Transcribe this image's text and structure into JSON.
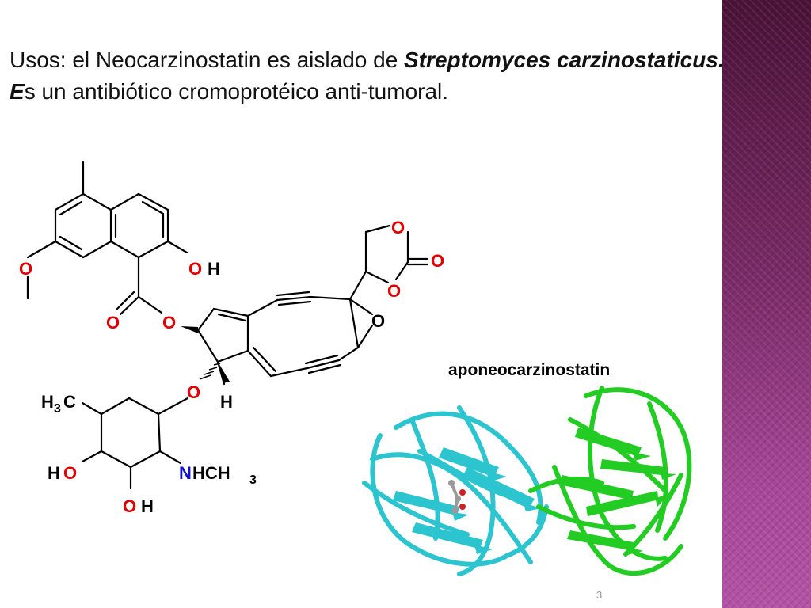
{
  "slide": {
    "heading_prefix": "Usos: el Neocarzinostatin es aislado de ",
    "heading_species": "Streptomyces carzinostaticus. E",
    "heading_suffix": "s un antibiótico cromoprotéico anti-tumoral.",
    "protein_label": "aponeocarzinostatin",
    "page_number": "3"
  },
  "structure": {
    "atom_O": "O",
    "atom_H": "H",
    "atom_N": "N",
    "atom_C": "C",
    "sub_3": "3",
    "group_HCH": "HCH",
    "color_oxygen": "#e00000",
    "color_nitrogen": "#1010d0",
    "color_bond": "#000000"
  },
  "protein": {
    "color_cyan": "#2bc4cf",
    "color_green": "#22cc22",
    "ligand_color": "#9a9a9a",
    "ligand_atom_color": "#cc2020"
  },
  "theme": {
    "sidebar_top": "#4a1238",
    "sidebar_bottom": "#b553a6"
  }
}
